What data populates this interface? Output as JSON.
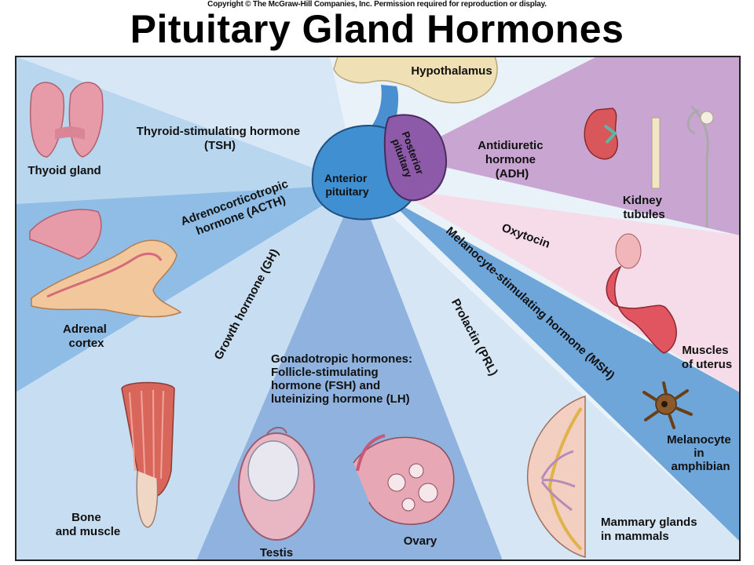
{
  "copyright": "Copyright © The McGraw-Hill Companies, Inc. Permission required for reproduction or display.",
  "title": "Pituitary Gland Hormones",
  "labels": {
    "hypothalamus": "Hypothalamus",
    "anterior_pituitary": [
      "Anterior",
      "pituitary"
    ],
    "posterior_pituitary": [
      "Posterior",
      "pituitary"
    ],
    "tsh": [
      "Thyroid-stimulating hormone",
      "(TSH)"
    ],
    "thyroid_gland": "Thyoid gland",
    "acth": [
      "Adrenocorticotropic",
      "hormone (ACTH)"
    ],
    "adrenal_cortex": [
      "Adrenal",
      "cortex"
    ],
    "gh": "Growth hormone (GH)",
    "bone_muscle": [
      "Bone",
      "and muscle"
    ],
    "gonadotropic": [
      "Gonadotropic hormones:",
      "Follicle-stimulating",
      "hormone (FSH) and",
      "luteinizing hormone (LH)"
    ],
    "testis": "Testis",
    "ovary": "Ovary",
    "prolactin": "Prolactin (PRL)",
    "mammary": [
      "Mammary glands",
      "in mammals"
    ],
    "msh": "Melanocyte-stimulating hormone (MSH)",
    "melanocyte": [
      "Melanocyte",
      "in",
      "amphibian"
    ],
    "oxytocin": "Oxytocin",
    "uterus": [
      "Muscles",
      "of uterus"
    ],
    "adh": [
      "Antidiuretic",
      "hormone",
      "(ADH)"
    ],
    "kidney": [
      "Kidney",
      "tubules"
    ]
  },
  "colors": {
    "anterior": "#3f8fd1",
    "posterior": "#8c5aa8",
    "hypothalamus": "#f0e2b4",
    "wedge_light": "#cfe3f4",
    "wedge_mid": "#a8cbeb",
    "wedge_dark": "#7fb0de",
    "wedge_pink": "#f5dbe6",
    "wedge_purple": "#d3b3d9"
  }
}
